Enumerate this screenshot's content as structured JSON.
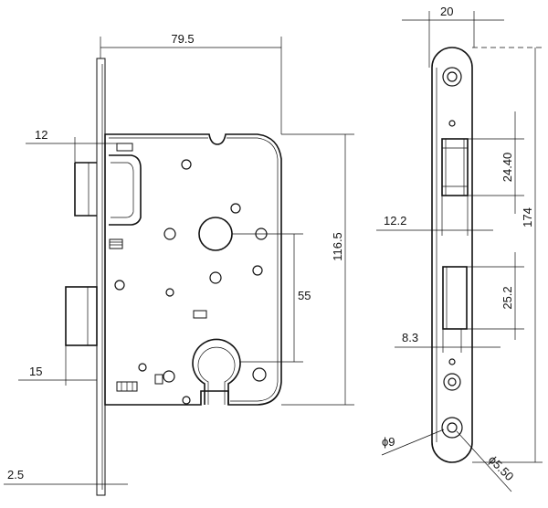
{
  "dimensions": {
    "width_79_5": "79.5",
    "top_12": "12",
    "left_15": "15",
    "bottom_2_5": "2.5",
    "height_116_5": "116.5",
    "center_55": "55",
    "plate_20": "20",
    "plate_174": "174",
    "slot_24_40": "24.40",
    "offset_12_2": "12.2",
    "slot_25_2": "25.2",
    "offset_8_3": "8.3",
    "phi_9": "ϕ9",
    "phi_5_50": "ϕ5.50"
  }
}
